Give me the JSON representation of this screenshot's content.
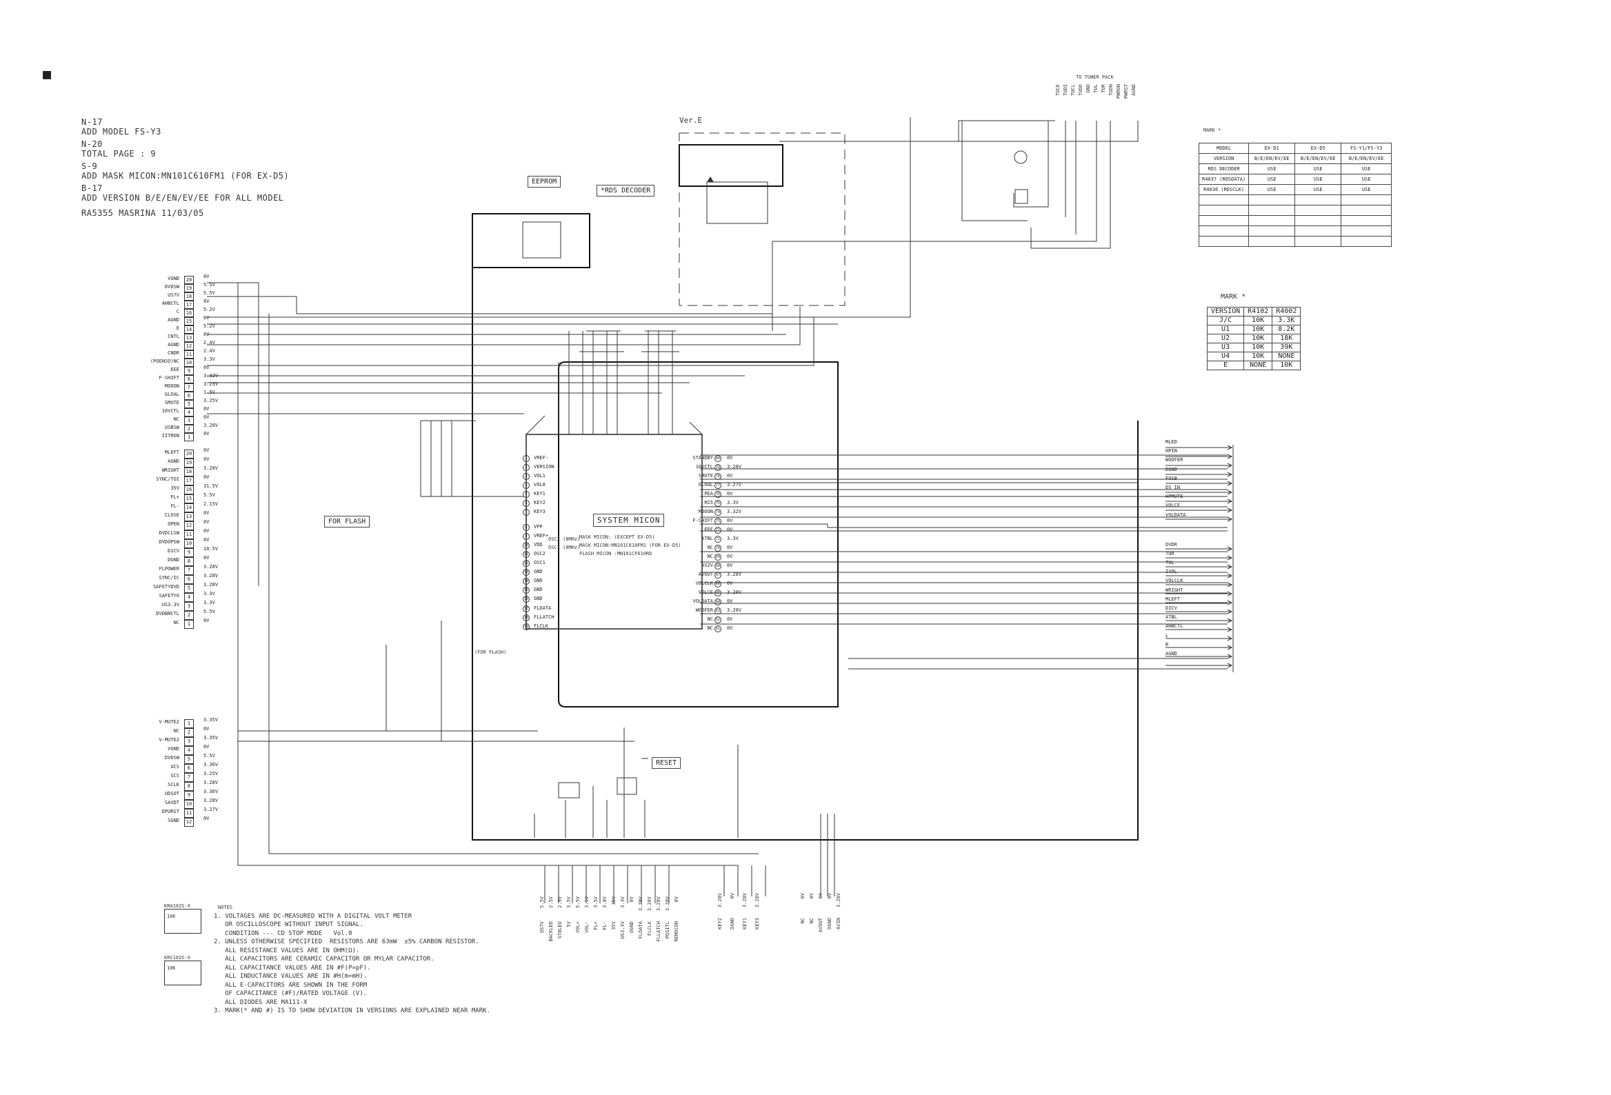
{
  "page": {
    "corner_marker": "■",
    "revisions": [
      "N-17",
      "ADD MODEL FS-Y3",
      "N-20",
      "TOTAL PAGE : 9",
      "S-9",
      "ADD MASK MICON:MN101C610FM1 (FOR EX-D5)",
      "B-17",
      "ADD VERSION B/E/EN/EV/EE FOR ALL MODEL",
      "RA5355   MASRINA   11/03/05"
    ]
  },
  "labels": {
    "eeprom": "EEPROM",
    "rds_decoder": "*RDS DECODER",
    "ver_e": "Ver.E",
    "to_tuner_pack": "TO TUNER PACK",
    "system_micon": "SYSTEM MICON",
    "for_flash": "FOR FLASH",
    "for_flash_bottom": "(FOR FLASH)",
    "reset": "RESET",
    "mark_star_small": "MARK *",
    "mark_star": "MARK *",
    "micon_lines": [
      "MASK MICON:            (EXCEPT EX-D5)",
      "MASK MICON:MN101C610FM1 (FOR EX-D5)",
      "FLASH MICON :MN101CF610RD"
    ],
    "osc_labels": [
      "OSC2 (8MHz)",
      "OSC1 (8MHz)"
    ],
    "kra": "KRA102S-X",
    "krc": "KRC102S-X",
    "r_value": "10K",
    "r_value2": "10K"
  },
  "left_connector_top": [
    {
      "pin": "20",
      "name": "VGND",
      "val": "0V"
    },
    {
      "pin": "19",
      "name": "DVDSW",
      "val": "5.5V"
    },
    {
      "pin": "18",
      "name": "US7V",
      "val": "5.5V"
    },
    {
      "pin": "17",
      "name": "AHBCTL",
      "val": "0V"
    },
    {
      "pin": "16",
      "name": "C",
      "val": "5.2V"
    },
    {
      "pin": "15",
      "name": "AGND",
      "val": "0V"
    },
    {
      "pin": "14",
      "name": "E",
      "val": "5.2V"
    },
    {
      "pin": "13",
      "name": "CNTL",
      "val": "0V"
    },
    {
      "pin": "12",
      "name": "AGND",
      "val": "2.4V"
    },
    {
      "pin": "11",
      "name": "CNDR",
      "val": "2.4V"
    },
    {
      "pin": "10",
      "name": "(POENSO)NC",
      "val": "3.3V"
    },
    {
      "pin": "9",
      "name": "EEE",
      "val": "0V"
    },
    {
      "pin": "8",
      "name": "F-SHIFT",
      "val": "3.32V"
    },
    {
      "pin": "7",
      "name": "MOOON",
      "val": "3.23V"
    },
    {
      "pin": "6",
      "name": "GLOAL",
      "val": "1.5V"
    },
    {
      "pin": "5",
      "name": "SMUTE",
      "val": "3.25V"
    },
    {
      "pin": "4",
      "name": "10VCTL",
      "val": "0V"
    },
    {
      "pin": "3",
      "name": "NC",
      "val": "0V"
    },
    {
      "pin": "2",
      "name": "USBSW",
      "val": "3.28V"
    },
    {
      "pin": "1",
      "name": "IITRON",
      "val": "0V"
    }
  ],
  "left_connector_mid": [
    {
      "pin": "20",
      "name": "MLEFT",
      "val": "0V"
    },
    {
      "pin": "19",
      "name": "AGND",
      "val": "0V"
    },
    {
      "pin": "18",
      "name": "WRIGHT",
      "val": "3.28V"
    },
    {
      "pin": "17",
      "name": "SYNC/TOI",
      "val": "0V"
    },
    {
      "pin": "16",
      "name": "35V",
      "val": "31.5V"
    },
    {
      "pin": "15",
      "name": "FL+",
      "val": "5.5V"
    },
    {
      "pin": "14",
      "name": "FL-",
      "val": "2.15V"
    },
    {
      "pin": "13",
      "name": "CLOSE",
      "val": "0V"
    },
    {
      "pin": "12",
      "name": "OPEN",
      "val": "0V"
    },
    {
      "pin": "11",
      "name": "DVDCLSW",
      "val": "0V"
    },
    {
      "pin": "10",
      "name": "DVDOPSW",
      "val": "0V"
    },
    {
      "pin": "9",
      "name": "D1CV",
      "val": "10.5V"
    },
    {
      "pin": "8",
      "name": "DGND",
      "val": "0V"
    },
    {
      "pin": "7",
      "name": "FLPOWER",
      "val": "3.28V"
    },
    {
      "pin": "6",
      "name": "SYNC/IC",
      "val": "3.28V"
    },
    {
      "pin": "5",
      "name": "SAFETYDVD",
      "val": "3.28V"
    },
    {
      "pin": "4",
      "name": "SAFETYO",
      "val": "3.3V"
    },
    {
      "pin": "3",
      "name": "US3.3V",
      "val": "3.3V"
    },
    {
      "pin": "2",
      "name": "DVDBNCTL",
      "val": "5.5V"
    },
    {
      "pin": "1",
      "name": "NC",
      "val": "0V"
    }
  ],
  "left_connector_bottom": [
    {
      "pin": "1",
      "name": "V-MUTE2",
      "val": "3.35V"
    },
    {
      "pin": "2",
      "name": "NC",
      "val": "0V"
    },
    {
      "pin": "3",
      "name": "V-MUTE2",
      "val": "3.35V"
    },
    {
      "pin": "4",
      "name": "VGND",
      "val": "0V"
    },
    {
      "pin": "5",
      "name": "DVDSW",
      "val": "5.5V"
    },
    {
      "pin": "6",
      "name": "UCS",
      "val": "3.36V"
    },
    {
      "pin": "7",
      "name": "SCS",
      "val": "3.25V"
    },
    {
      "pin": "8",
      "name": "SCLK",
      "val": "3.28V"
    },
    {
      "pin": "9",
      "name": "UDSOT",
      "val": "3.36V"
    },
    {
      "pin": "10",
      "name": "SAVDT",
      "val": "3.28V"
    },
    {
      "pin": "11",
      "name": "DPURST",
      "val": "3.27V"
    },
    {
      "pin": "12",
      "name": "SGND",
      "val": "0V"
    }
  ],
  "right_signals": [
    "MLED",
    "HPIN",
    "WOOFER",
    "DGND",
    "FUSB",
    "DS IN",
    "HPMUTE",
    "VOLCE",
    "VOLDATA",
    "",
    "DVDR",
    "TUR",
    "TUL",
    "IVOL",
    "VOLCLK",
    "WRIGHT",
    "MLEFT",
    "DICV",
    "ATBL",
    "AHBCTL",
    "L",
    "R",
    "AGND"
  ],
  "micon_left_pins": [
    {
      "n": "1",
      "name": "VREF-"
    },
    {
      "n": "2",
      "name": "VERSION"
    },
    {
      "n": "3",
      "name": "VOL1"
    },
    {
      "n": "4",
      "name": "VOL0"
    },
    {
      "n": "5",
      "name": "KEY1"
    },
    {
      "n": "6",
      "name": "KEY2"
    },
    {
      "n": "7",
      "name": "KEY3"
    },
    {
      "n": "8",
      "name": "VPP"
    },
    {
      "n": "9",
      "name": "VREF+"
    },
    {
      "n": "10",
      "name": "VDD"
    },
    {
      "n": "11",
      "name": "OSC2"
    },
    {
      "n": "12",
      "name": "OSC1"
    },
    {
      "n": "13",
      "name": "GND"
    },
    {
      "n": "14",
      "name": "GND"
    },
    {
      "n": "15",
      "name": "GND"
    },
    {
      "n": "16",
      "name": "GND"
    },
    {
      "n": "17",
      "name": "FLDATA"
    },
    {
      "n": "18",
      "name": "FLLATCH"
    },
    {
      "n": "19",
      "name": "FLCLK"
    }
  ],
  "micon_right_pins": [
    {
      "n": "80",
      "name": "STANDBY",
      "val": "0V"
    },
    {
      "n": "79",
      "name": "10VCTL",
      "val": "3.28V"
    },
    {
      "n": "78",
      "name": "SMUTE",
      "val": "0V"
    },
    {
      "n": "77",
      "name": "GLOAL",
      "val": "3.27V"
    },
    {
      "n": "76",
      "name": "PEA",
      "val": "0V"
    },
    {
      "n": "75",
      "name": "RS5",
      "val": "3.3V"
    },
    {
      "n": "74",
      "name": "MOOON",
      "val": "3.32V"
    },
    {
      "n": "73",
      "name": "F-SHIFT",
      "val": "0V"
    },
    {
      "n": "72",
      "name": "EEE",
      "val": "0V"
    },
    {
      "n": "71",
      "name": "ATBL",
      "val": "3.3V"
    },
    {
      "n": "70",
      "name": "NC",
      "val": "0V"
    },
    {
      "n": "69",
      "name": "NC",
      "val": "0V"
    },
    {
      "n": "68",
      "name": "AV2V",
      "val": "0V"
    },
    {
      "n": "67",
      "name": "AVOUT",
      "val": "3.28V"
    },
    {
      "n": "66",
      "name": "VOLCLK",
      "val": "0V"
    },
    {
      "n": "65",
      "name": "VOLCE",
      "val": "3.28V"
    },
    {
      "n": "64",
      "name": "VOLDATA",
      "val": "0V"
    },
    {
      "n": "63",
      "name": "WOOFER",
      "val": "3.28V"
    },
    {
      "n": "62",
      "name": "NC",
      "val": "0V"
    },
    {
      "n": "61",
      "name": "NC",
      "val": "0V"
    }
  ],
  "notes": {
    "heading": "NOTES",
    "lines": [
      "1. VOLTAGES ARE DC-MEASURED WITH A DIGITAL VOLT METER",
      "   OR OSCILLOSCOPE WITHOUT INPUT SIGNAL.",
      "   CONDITION --- CD STOP MODE   Vol.0",
      "2. UNLESS OTHERWISE SPECIFIED  RESISTORS ARE 63mW  ±5% CARBON RESISTOR.",
      "   ALL RESISTANCE VALUES ARE IN OHM(Ω).",
      "   ALL CAPACITORS ARE CERAMIC CAPACITOR OR MYLAR CAPACITOR.",
      "   ALL CAPACITANCE VALUES ARE IN #F(P=pF).",
      "   ALL INDUCTANCE VALUES ARE IN #H(m=mH).",
      "   ALL E-CAPACITORS ARE SHOWN IN THE FORM",
      "   OF CAPACITANCE (#F)/RATED VOLTAGE (V).",
      "   ALL DIODES ARE MA111-X",
      "3. MARK(* AND #) IS TO SHOW DEVIATION IN VERSIONS ARE EXPLAINED NEAR MARK."
    ]
  },
  "model_table": {
    "headers": [
      "MODEL",
      "EX-D1",
      "EX-D5",
      "FS-Y1/FS-Y3"
    ],
    "rows": [
      [
        "VERSION",
        "B/E/EN/EV/EE",
        "B/E/EN/EV/EE",
        "B/E/EN/EV/EE"
      ],
      [
        "RDS DECODER",
        "USE",
        "USE",
        "USE"
      ],
      [
        "R4037 (RDSDATA)",
        "USE",
        "USE",
        "USE"
      ],
      [
        "R4036 (RDSCLK)",
        "USE",
        "USE",
        "USE"
      ],
      [
        "",
        "",
        "",
        ""
      ],
      [
        "",
        "",
        "",
        ""
      ],
      [
        "",
        "",
        "",
        ""
      ],
      [
        "",
        "",
        "",
        ""
      ],
      [
        "",
        "",
        "",
        ""
      ]
    ]
  },
  "version_table": {
    "headers": [
      "VERSION",
      "R4102",
      "R4002"
    ],
    "rows": [
      [
        "J/C",
        "10K",
        "3.3K"
      ],
      [
        "U1",
        "10K",
        "8.2K"
      ],
      [
        "U2",
        "10K",
        "18K"
      ],
      [
        "U3",
        "10K",
        "39K"
      ],
      [
        "U4",
        "10K",
        "NONE"
      ],
      [
        "E",
        "NONE",
        "10K"
      ]
    ]
  },
  "tuner_pins": [
    "TUCE",
    "TUDI",
    "TUCL",
    "TUDO",
    "GND",
    "TUL",
    "TUR",
    "TUON",
    "PWRON",
    "PWRST",
    "AGND"
  ],
  "bottom_connector1": [
    {
      "name": "US7V",
      "val": "5.5V"
    },
    {
      "name": "BACKLED",
      "val": "2.5V"
    },
    {
      "name": "STBLED",
      "val": "2.5V"
    },
    {
      "name": "5V",
      "val": "3.5V"
    },
    {
      "name": "VOL+",
      "val": "5.5V"
    },
    {
      "name": "VOL-",
      "val": "3.5V"
    },
    {
      "name": "FL+",
      "val": "3.5V"
    },
    {
      "name": "FL-",
      "val": "3.8V"
    },
    {
      "name": "35V",
      "val": "35V"
    },
    {
      "name": "US3.3V",
      "val": "3.3V"
    },
    {
      "name": "DGND",
      "val": "0V"
    },
    {
      "name": "FLDATA",
      "val": "3.28V"
    },
    {
      "name": "FLCLK",
      "val": "3.28V"
    },
    {
      "name": "FLLATCH",
      "val": "3.28V"
    },
    {
      "name": "POSITL",
      "val": "3.28V"
    },
    {
      "name": "REMOCON",
      "val": "0V"
    }
  ],
  "bottom_connector2": [
    {
      "name": "KEY2",
      "val": "3.28V"
    },
    {
      "name": "DGND",
      "val": "0V"
    },
    {
      "name": "KEY1",
      "val": "3.28V"
    },
    {
      "name": "KEY3",
      "val": "3.28V"
    }
  ],
  "bottom_connector3": [
    {
      "name": "NC",
      "val": "0V"
    },
    {
      "name": "NC",
      "val": "0V"
    },
    {
      "name": "AVOUT",
      "val": "0V"
    },
    {
      "name": "DGND",
      "val": "0V"
    },
    {
      "name": "AVIN",
      "val": "3.28V"
    }
  ]
}
